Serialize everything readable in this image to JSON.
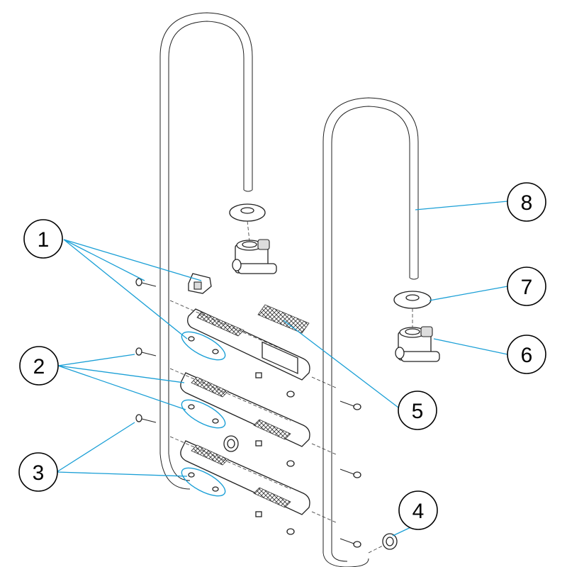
{
  "callouts": [
    {
      "id": "1",
      "label": "1"
    },
    {
      "id": "2",
      "label": "2"
    },
    {
      "id": "3",
      "label": "3"
    },
    {
      "id": "4",
      "label": "4"
    },
    {
      "id": "5",
      "label": "5"
    },
    {
      "id": "6",
      "label": "6"
    },
    {
      "id": "7",
      "label": "7"
    },
    {
      "id": "8",
      "label": "8"
    }
  ],
  "colors": {
    "leader": "#1a9fd6",
    "outline": "#222222",
    "tread_pattern": "#bbbbbb"
  }
}
